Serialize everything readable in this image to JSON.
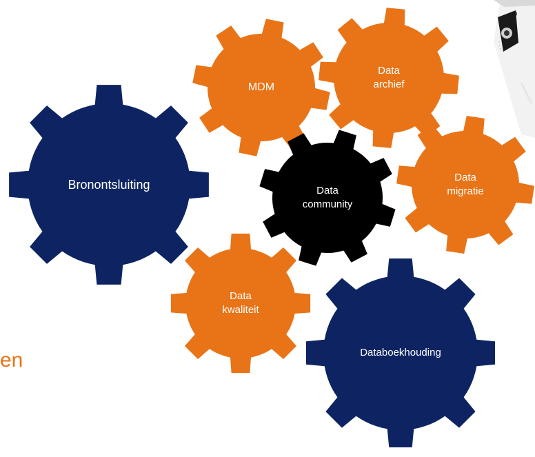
{
  "colors": {
    "orange": "#E87417",
    "navy": "#0E2462",
    "black": "#000000",
    "fragment": "#E87417"
  },
  "gears": [
    {
      "id": "bronontsluiting",
      "label": "Bronontsluiting",
      "color": "navy"
    },
    {
      "id": "mdm",
      "label": "MDM",
      "color": "orange"
    },
    {
      "id": "data-archief",
      "label": "Data\narchief",
      "color": "orange"
    },
    {
      "id": "data-community",
      "label": "Data\ncommunity",
      "color": "black"
    },
    {
      "id": "data-migratie",
      "label": "Data\nmigratie",
      "color": "orange"
    },
    {
      "id": "data-kwaliteit",
      "label": "Data\nkwaliteit",
      "color": "orange"
    },
    {
      "id": "databoekhouding",
      "label": "Databoekhouding",
      "color": "navy"
    }
  ],
  "fragment_text": "en",
  "decoration": {
    "icon": "pen-nib-icon"
  }
}
